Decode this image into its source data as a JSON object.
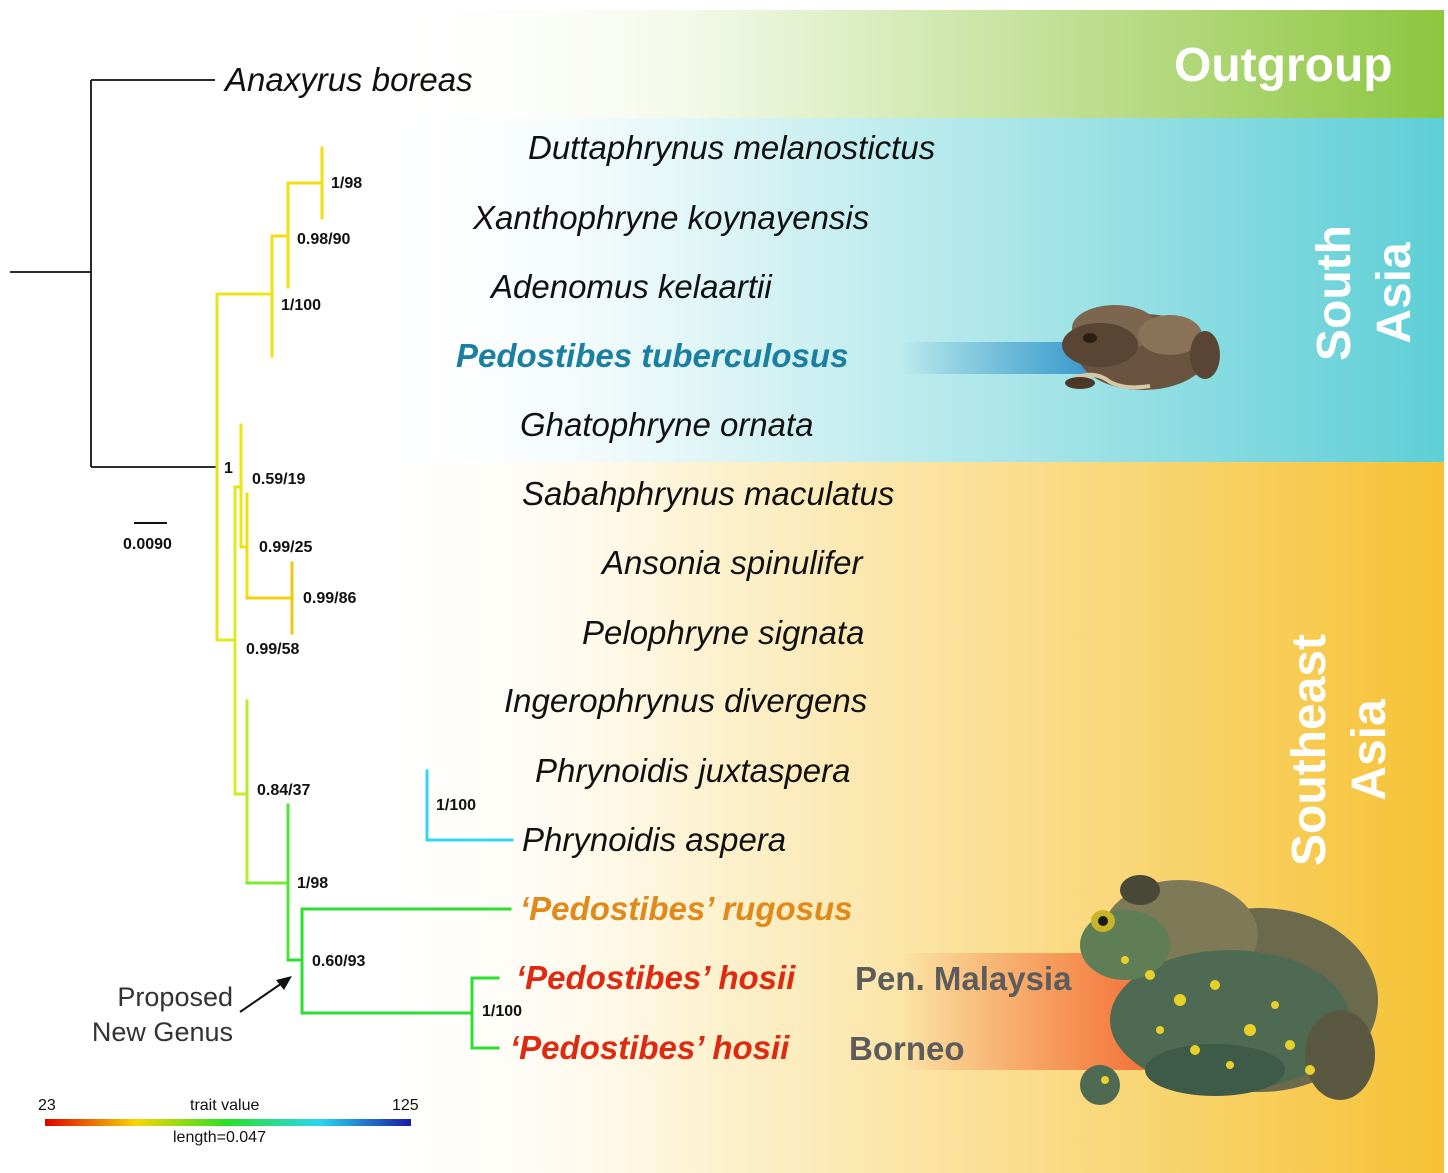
{
  "regions": {
    "outgroup": {
      "label": "Outgroup",
      "color": "#8dc63f"
    },
    "south_asia": {
      "label_line1": "South",
      "label_line2": "Asia",
      "color": "#5ecfd6"
    },
    "southeast_asia": {
      "label_line1": "Southeast",
      "label_line2": "Asia",
      "color": "#f6c234"
    }
  },
  "taxa": {
    "anaxyrus": "Anaxyrus boreas",
    "duttaphrynus": "Duttaphrynus melanostictus",
    "xanthophryne": "Xanthophryne koynayensis",
    "adenomus": "Adenomus kelaartii",
    "pedostibes_tuberculosus": "Pedostibes tuberculosus",
    "ghatophryne": "Ghatophryne ornata",
    "sabahphrynus": "Sabahphrynus maculatus",
    "ansonia": "Ansonia spinulifer",
    "pelophryne": "Pelophryne signata",
    "ingerophrynus": "Ingerophrynus divergens",
    "phrynoidis_juxtaspera": "Phrynoidis juxtaspera",
    "phrynoidis_aspera": "Phrynoidis aspera",
    "pedostibes_rugosus": "‘Pedostibes’ rugosus",
    "pedostibes_hosii_1": "‘Pedostibes’ hosii",
    "pedostibes_hosii_2": "‘Pedostibes’ hosii"
  },
  "localities": {
    "pen_malaysia": "Pen. Malaysia",
    "borneo": "Borneo"
  },
  "support_values": {
    "n_dutta_xantho": "1/98",
    "n_dutta_adeno": "0.98/90",
    "n_south_asia": "1/100",
    "n_ingroup": "1",
    "n_ghato_sea": "0.59/19",
    "n_saba_ans_pel": "0.99/25",
    "n_ans_pel": "0.99/86",
    "n_sea_main": "0.99/58",
    "n_inger_rest": "0.84/37",
    "n_phrynoidis": "1/100",
    "n_phryn_pedo": "1/98",
    "n_pedo": "0.60/93",
    "n_hosii": "1/100"
  },
  "annotation": {
    "line1": "Proposed",
    "line2": "New Genus"
  },
  "scale_bar": {
    "label": "0.0090"
  },
  "trait_legend": {
    "min": "23",
    "title": "trait value",
    "max": "125",
    "length": "length=0.047",
    "gradient_colors": [
      "#e00000",
      "#f5d800",
      "#28e028",
      "#28d8f0",
      "#1a1aa8"
    ]
  }
}
